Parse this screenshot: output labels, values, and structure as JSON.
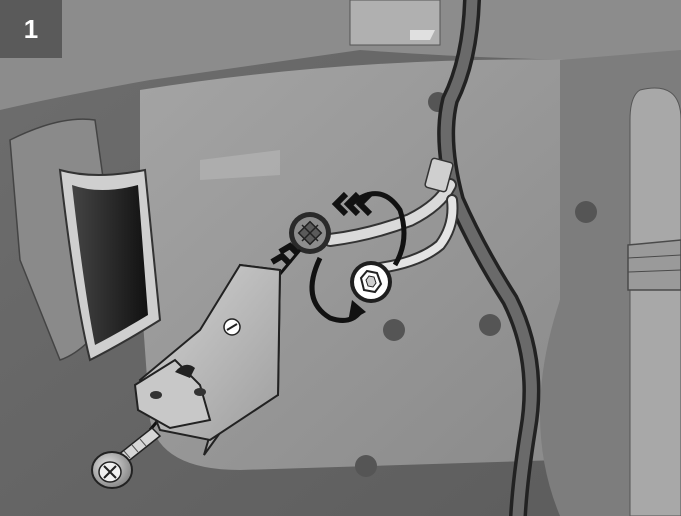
{
  "step": {
    "number": "1"
  },
  "palette": {
    "background": "#777777",
    "panel": "#9a9a9a",
    "panel_light": "#b8b8b8",
    "bracket": "#c4c4c4",
    "dark": "#1a1a1a",
    "white": "#ffffff"
  },
  "parts": {
    "bracket": "mounting-bracket",
    "screw": "mounting-screw",
    "fastener_back": "square-socket-fastener",
    "fastener_front": "square-socket-fastener",
    "cable": "wiring-harness",
    "hose": "hose"
  },
  "icons": [
    "rotate-arrow-icon",
    "insert-chevron-icon",
    "dashed-guide-line"
  ]
}
